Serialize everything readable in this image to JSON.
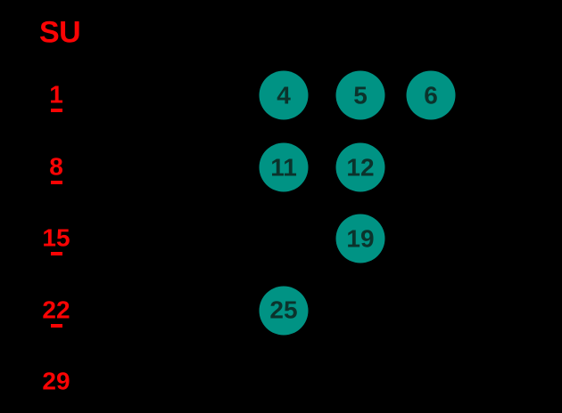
{
  "calendar": {
    "header": {
      "label": "SU"
    },
    "weeks": [
      {
        "sunday": "1",
        "underlined": true,
        "events": [
          {
            "day": "4",
            "col": 3
          },
          {
            "day": "5",
            "col": 4
          },
          {
            "day": "6",
            "col": 5
          }
        ]
      },
      {
        "sunday": "8",
        "underlined": true,
        "events": [
          {
            "day": "11",
            "col": 3
          },
          {
            "day": "12",
            "col": 4
          }
        ]
      },
      {
        "sunday": "15",
        "underlined": true,
        "events": [
          {
            "day": "19",
            "col": 4
          }
        ]
      },
      {
        "sunday": "22",
        "underlined": true,
        "events": [
          {
            "day": "25",
            "col": 3
          }
        ]
      },
      {
        "sunday": "29",
        "underlined": false,
        "events": []
      }
    ],
    "colors": {
      "background": "#000000",
      "sunday_red": "#fa0404",
      "event_circle_teal": "#009384",
      "event_circle_text": "#0b332c"
    }
  }
}
